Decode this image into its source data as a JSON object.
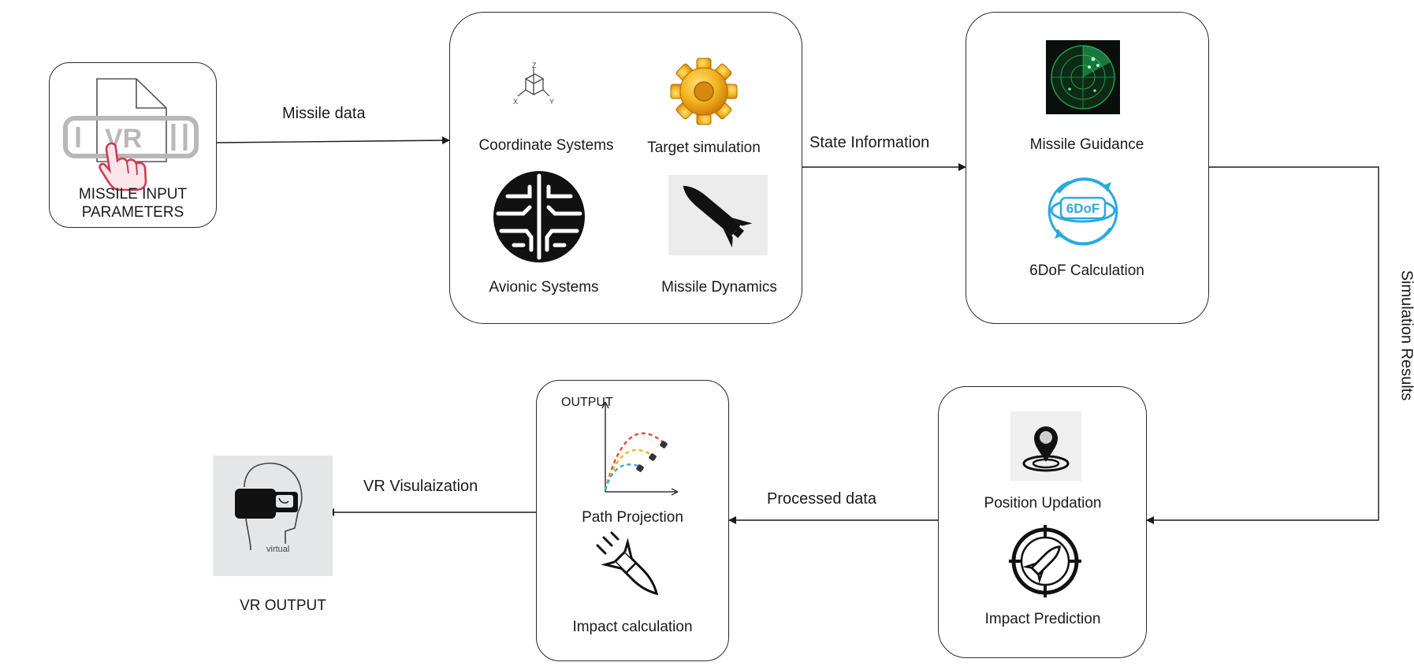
{
  "nodes": {
    "input": {
      "label_line1": "MISSILE INPUT",
      "label_line2": "PARAMETERS",
      "icon_text": "I VR"
    },
    "core": {
      "coordinate_systems": "Coordinate Systems",
      "target_simulation": "Target simulation",
      "avionic_systems": "Avionic Systems",
      "missile_dynamics": "Missile Dynamics",
      "axis_z": "Z",
      "axis_x": "X",
      "axis_y": "Y"
    },
    "guidance": {
      "missile_guidance": "Missile Guidance",
      "sixdof_calc": "6DoF Calculation",
      "sixdof_badge": "6DoF"
    },
    "impact": {
      "position_updation": "Position Updation",
      "impact_prediction": "Impact Prediction"
    },
    "output": {
      "title": "OUTPUT",
      "path_projection": "Path Projection",
      "impact_calculation": "Impact calculation"
    },
    "vr": {
      "label": "VR OUTPUT",
      "caption": "virtual"
    }
  },
  "edges": {
    "missile_data": "Missile data",
    "state_information": "State Information",
    "simulation_results": "Simulation Results",
    "processed_data": "Processed data",
    "vr_visualization": "VR Visulaization"
  },
  "colors": {
    "stroke": "#2b2b2b",
    "radar_green": "#1f9e4a",
    "sixdof_blue": "#29a9e0",
    "hand_red": "#d33a55"
  },
  "icons": [
    "document-vr-icon",
    "hand-pointer-icon",
    "axes-icon",
    "gear-icon",
    "brain-icon",
    "rocket-icon",
    "radar-icon",
    "sixdof-icon",
    "location-pin-icon",
    "crosshair-missile-icon",
    "trajectory-chart-icon",
    "missile-icon",
    "vr-headset-icon"
  ]
}
